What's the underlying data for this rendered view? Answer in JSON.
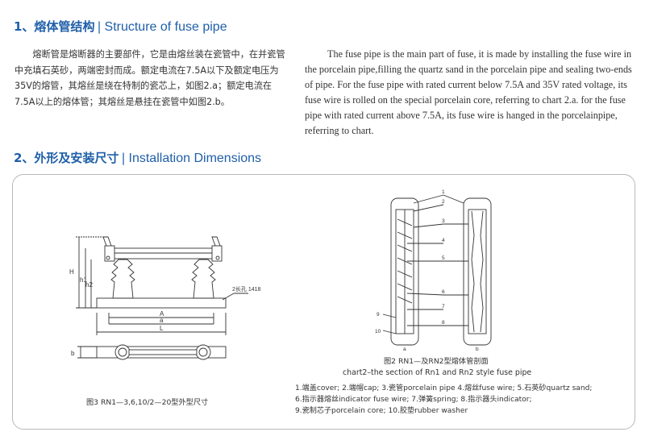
{
  "section1": {
    "cn": "1、熔体管结构",
    "sep": "|",
    "en": "Structure of fuse pipe"
  },
  "section2": {
    "cn": "2、外形及安装尺寸",
    "sep": "|",
    "en": "Installation Dimensions"
  },
  "para_cn": "熔断管是熔断器的主要部件，它是由熔丝装在瓷管中，在并瓷管中充填石英砂，两端密封而成。额定电流在7.5A以下及额定电压为35V的熔管，其熔丝是绕在特制的瓷芯上，如图2.a；额定电流在7.5A以上的熔体管；其熔丝是悬挂在瓷管中如图2.b。",
  "para_en": "The fuse pipe is the main part of fuse, it is made by installing the fuse wire in the porcelain pipe,filling the quartz sand in the porcelain pipe and sealing two-ends of pipe. For the fuse pipe with rated current below 7.5A and 35V rated voltage, its fuse wire is rolled on the special porcelain core, referring to chart 2.a. for  the fuse pipe with rated current above 7.5A, its fuse wire is hanged in the porcelainpipe, referring to chart.",
  "fig3": {
    "caption": "图3 RN1—3,6,10/2—20型外型尺寸",
    "dims": {
      "H": "H",
      "h1": "h1",
      "h2": "h2",
      "A": "A",
      "a": "a",
      "L": "L",
      "b": "b",
      "hole": "2长孔 1418"
    }
  },
  "fig2": {
    "caption": "图2 RN1—及RN2型熔体管剖面",
    "caption_en": "chart2–the section of Rn1 and Rn2 style fuse pipe",
    "part_numbers": [
      "1",
      "2",
      "3",
      "4",
      "5",
      "6",
      "7",
      "8",
      "9",
      "10"
    ],
    "sub_a": "a",
    "sub_b": "b"
  },
  "legend": [
    "1.端盖cover; 2.端帽cap; 3.瓷管porcelain pipe  4.熔丝fuse wire; 5.石英砂quartz sand;",
    "6.指示器熔丝indicator fuse wire;  7.弹簧spring;  8.指示器头indicator;",
    "9.瓷制芯子porcelain core;  10.胶垫rubber washer"
  ],
  "colors": {
    "heading": "#1f5fa8",
    "panel_border": "#b9b9b9",
    "drawing": "#333333"
  }
}
